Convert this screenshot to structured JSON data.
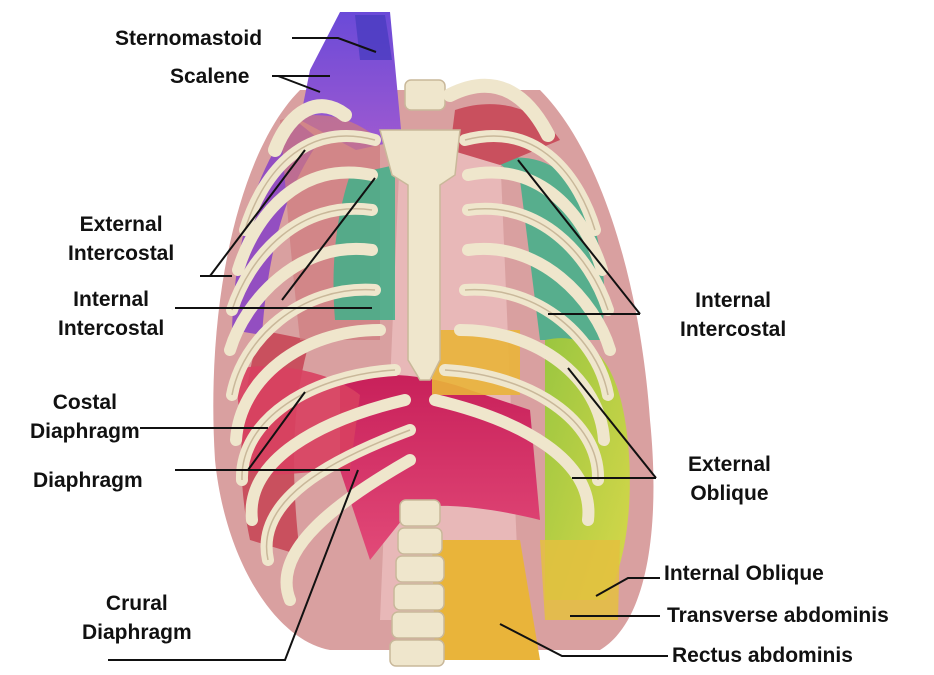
{
  "diagram": {
    "colors": {
      "bone": "#efe6cc",
      "bone_edge": "#c9b89a",
      "intercostal_red": "#c9505e",
      "external_intercostal_purple": "#8b45c4",
      "sternomastoid_blue": "#5a46c8",
      "internal_intercostal_green": "#3fb089",
      "diaphragm_red": "#d8285a",
      "oblique_yellow_green": "#a8c43a",
      "rectus_yellow": "#e9b43a",
      "leader_line": "#111111"
    },
    "labels": {
      "sternomastoid": "Sternomastoid",
      "scalene": "Scalene",
      "external_intercostal": [
        "External",
        "Intercostal"
      ],
      "internal_intercostal_left": [
        "Internal",
        "Intercostal"
      ],
      "costal_diaphragm": [
        "Costal",
        "Diaphragm"
      ],
      "diaphragm": "Diaphragm",
      "crural_diaphragm": [
        "Crural",
        "Diaphragm"
      ],
      "internal_intercostal_right": [
        "Internal",
        "Intercostal"
      ],
      "external_oblique": [
        "External",
        "Oblique"
      ],
      "internal_oblique": "Internal Oblique",
      "transverse_abdominis": "Transverse abdominis",
      "rectus_abdominis": "Rectus abdominis"
    }
  }
}
